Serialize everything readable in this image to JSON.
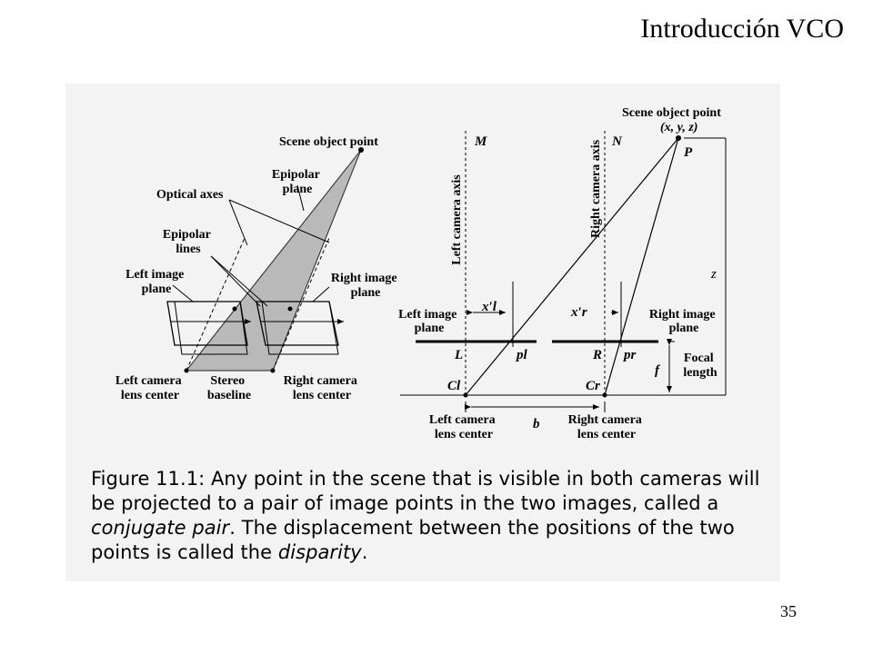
{
  "slide": {
    "title": "Introducción VCO",
    "page_number": "35"
  },
  "left_diagram": {
    "scene_object_point": "Scene object point",
    "epipolar_plane": [
      "Epipolar",
      "plane"
    ],
    "optical_axes": "Optical axes",
    "epipolar_lines": [
      "Epipolar",
      "lines"
    ],
    "left_image_plane": [
      "Left image",
      "plane"
    ],
    "right_image_plane": [
      "Right image",
      "plane"
    ],
    "left_camera_lens_center": [
      "Left camera",
      "lens center"
    ],
    "stereo_baseline": [
      "Stereo",
      "baseline"
    ],
    "right_camera_lens_center": [
      "Right camera",
      "lens center"
    ]
  },
  "right_diagram": {
    "left_camera_axis": "Left camera axis",
    "right_camera_axis": "Right camera axis",
    "M": "M",
    "N": "N",
    "scene_object_point": "Scene object point",
    "coords": "(x, y, z)",
    "P": "P",
    "z": "z",
    "left_image_plane": [
      "Left image",
      "plane"
    ],
    "right_image_plane": [
      "Right image",
      "plane"
    ],
    "xl": "x′l",
    "xr": "x′r",
    "L": "L",
    "R": "R",
    "pl": "pl",
    "pr": "pr",
    "focal_length": [
      "Focal",
      "length"
    ],
    "f": "f",
    "Cl": "Cl",
    "Cr": "Cr",
    "b": "b",
    "left_camera_lens_center": [
      "Left camera",
      "lens center"
    ],
    "right_camera_lens_center": [
      "Right camera",
      "lens center"
    ]
  },
  "caption": {
    "part1": "Figure 11.1: Any point in the scene that is visible in both cameras will be projected to a pair of image points in the two images, called a ",
    "conjugate_pair": "conjugate pair",
    "part2": ". The displacement between the positions of the two points is called the ",
    "disparity": "disparity",
    "part3": "."
  }
}
